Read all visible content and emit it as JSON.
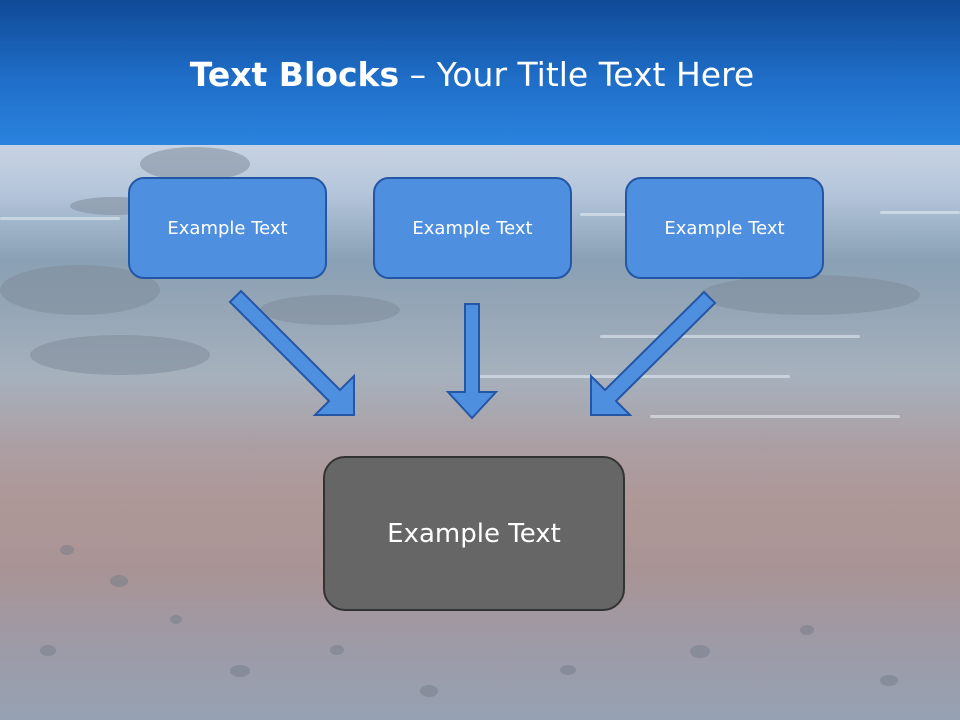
{
  "header": {
    "title_bold": "Text Blocks",
    "title_dash": " – ",
    "title_rest": "Your Title Text Here"
  },
  "diagram": {
    "top_boxes": [
      {
        "label": "Example Text"
      },
      {
        "label": "Example Text"
      },
      {
        "label": "Example Text"
      }
    ],
    "bottom_box": {
      "label": "Example Text"
    }
  },
  "colors": {
    "header_blue": "#1f6ec8",
    "box_fill": "#4f8fe0",
    "box_border": "#2456a6",
    "arrow_fill": "#4f8fe0",
    "bottom_box_fill": "#666666"
  }
}
